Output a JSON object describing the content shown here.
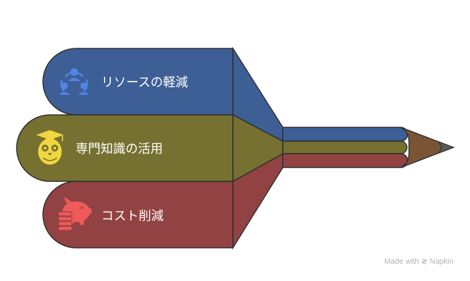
{
  "colors": {
    "blue": "#3E5F96",
    "olive": "#767131",
    "red": "#924242",
    "wood": "#7A5535",
    "lead": "#5A5A5A",
    "outline": "#2F2F2F",
    "icon_blue": "#4F86E8",
    "icon_yellow": "#F2D640",
    "icon_red": "#F05A5A"
  },
  "segments": [
    {
      "label": "リソースの軽減",
      "icon": "people-network-icon",
      "color": "#3E5F96"
    },
    {
      "label": "専門知識の活用",
      "icon": "owl-graduate-icon",
      "color": "#767131"
    },
    {
      "label": "コスト削減",
      "icon": "piggy-bank-coins-icon",
      "color": "#924242"
    }
  ],
  "footer": {
    "text": "Made with",
    "brand": "Napkin"
  }
}
